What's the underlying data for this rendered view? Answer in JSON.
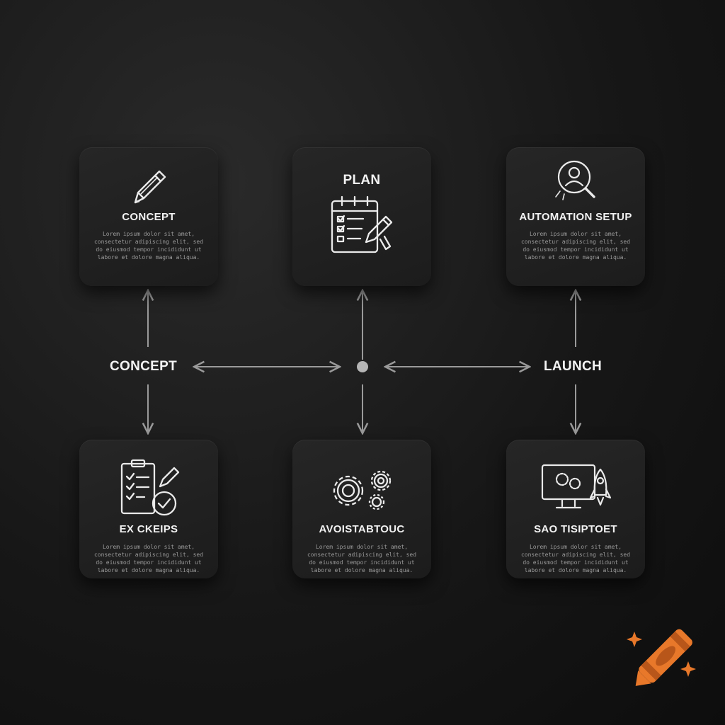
{
  "cards": {
    "c1": {
      "title": "CONCEPT",
      "desc": "Lorem ipsum dolor sit amet, consectetur adipiscing elit, sed do eiusmod tempor incididunt ut labore et dolore magna aliqua.",
      "icon": "pencil-icon"
    },
    "c2": {
      "title": "PLAN",
      "desc": "",
      "icon": "calendar-checklist-icon"
    },
    "c3": {
      "title": "AUTOMATION SETUP",
      "desc": "Lorem ipsum dolor sit amet, consectetur adipiscing elit, sed do eiusmod tempor incididunt ut labore et dolore magna aliqua.",
      "icon": "user-search-icon"
    },
    "c4": {
      "title": "EX CKEIPS",
      "desc": "Lorem ipsum dolor sit amet, consectetur adipiscing elit, sed do eiusmod tempor incididunt ut labore et dolore magna aliqua.",
      "icon": "clipboard-check-icon"
    },
    "c5": {
      "title": "AVOISTABTOUC",
      "desc": "Lorem ipsum dolor sit amet, consectetur adipiscing elit, sed do eiusmod tempor incididunt ut labore et dolore magna aliqua.",
      "icon": "gears-icon"
    },
    "c6": {
      "title": "SAO TISIPTOET",
      "desc": "Lorem ipsum dolor sit amet, consectetur adipiscing elit, sed do eiusmod tempor incididunt ut labore et dolore magna aliqua.",
      "icon": "monitor-rocket-icon"
    }
  },
  "nodes": {
    "left": "CONCEPT",
    "right": "LAUNCH"
  },
  "colors": {
    "accent_orange": "#e8782a",
    "line": "#9a9a9a"
  },
  "watermark": {
    "icon": "crayon-icon"
  }
}
